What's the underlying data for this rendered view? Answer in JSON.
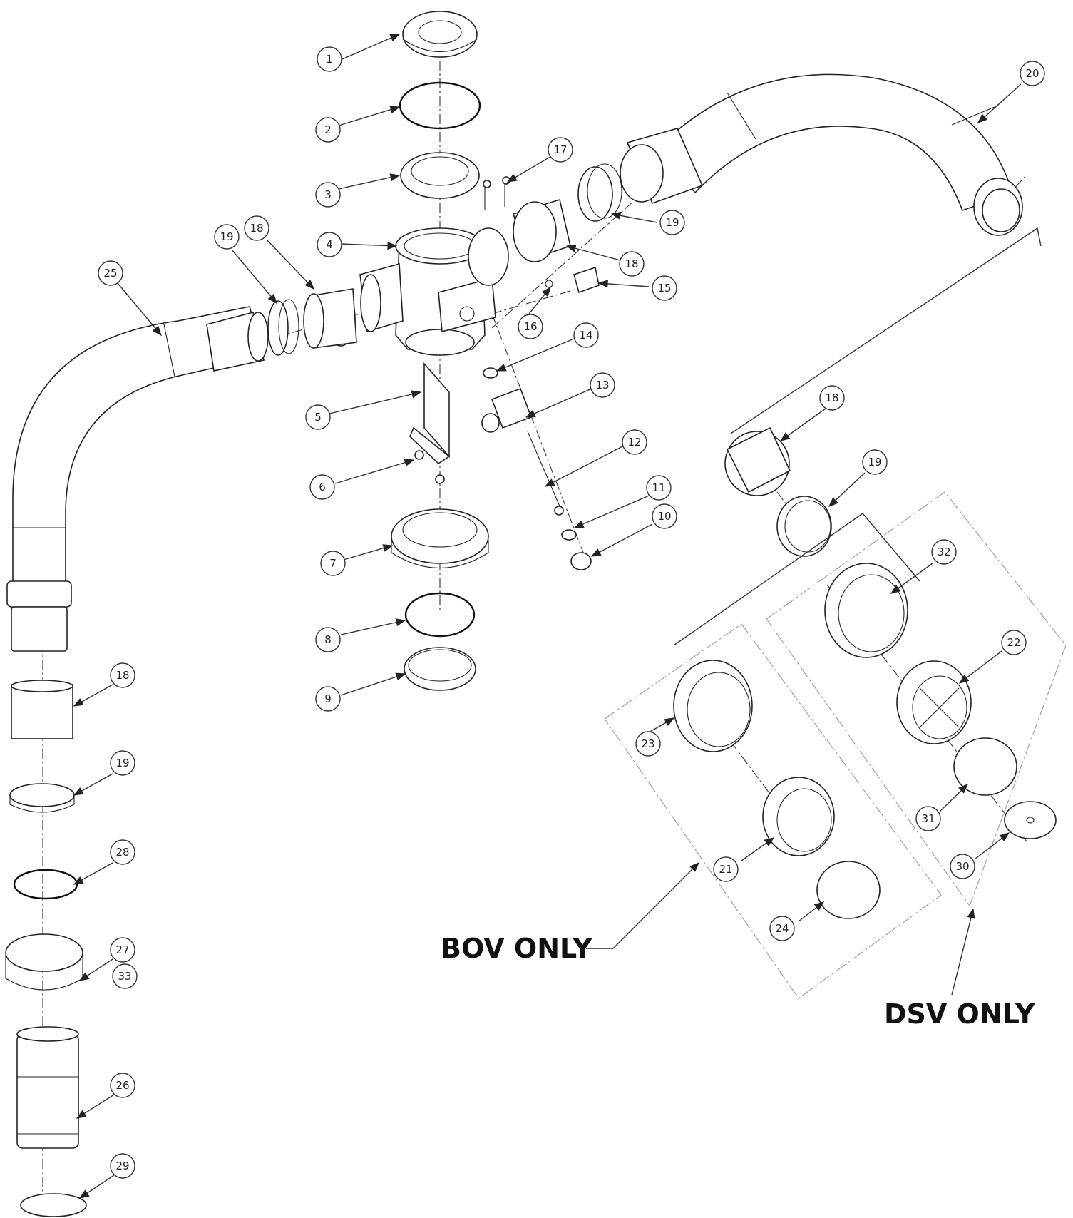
{
  "callouts": [
    "1",
    "2",
    "3",
    "4",
    "5",
    "6",
    "7",
    "8",
    "9",
    "10",
    "11",
    "12",
    "13",
    "14",
    "15",
    "16",
    "17",
    "18",
    "19",
    "20",
    "25",
    "18",
    "19",
    "18",
    "19",
    "32",
    "22",
    "23",
    "21",
    "24",
    "31",
    "30",
    "18",
    "19",
    "28",
    "27",
    "33",
    "26",
    "29"
  ],
  "labels": {
    "bov_only": "BOV ONLY",
    "dsv_only": "DSV ONLY"
  },
  "icons": {
    "arrow": "arrowhead"
  }
}
